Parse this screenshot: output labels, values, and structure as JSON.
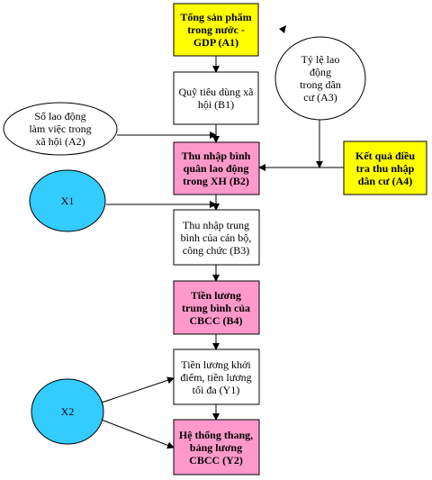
{
  "nodes": {
    "a1": {
      "lines": [
        "Tổng sản phẩm",
        "trong nước -",
        "GDP (A1)"
      ],
      "fill": "#ffff00"
    },
    "b1": {
      "lines": [
        "Quỹ tiêu dùng xã",
        "hội (B1)"
      ],
      "fill": "#ffffff"
    },
    "a3": {
      "lines": [
        "Tỷ lệ lao",
        "động",
        "trong dân",
        "cư (A3)"
      ],
      "fill": "#ffffff"
    },
    "a2": {
      "lines": [
        "Số lao động",
        "làm việc trong",
        "xã hội (A2)"
      ],
      "fill": "#ffffff"
    },
    "b2": {
      "lines": [
        "Thu nhập bình",
        "quân lao động",
        "trong XH (B2)"
      ],
      "fill": "#ff99cc"
    },
    "a4": {
      "lines": [
        "Kết quả điều",
        "tra thu nhập",
        "dân cư (A4)"
      ],
      "fill": "#ffff00"
    },
    "x1": {
      "lines": [
        "X1"
      ],
      "fill": "#33ccff"
    },
    "b3": {
      "lines": [
        "Thu nhập trung",
        "bình của cán bộ,",
        "công chức (B3)"
      ],
      "fill": "#ffffff"
    },
    "b4": {
      "lines": [
        "Tiền lương",
        "trung bình của",
        "CBCC (B4)"
      ],
      "fill": "#ff99cc"
    },
    "y1": {
      "lines": [
        "Tiền lương khởi",
        "điểm, tiền lương",
        "tối đa (Y1)"
      ],
      "fill": "#ffffff"
    },
    "x2": {
      "lines": [
        "X2"
      ],
      "fill": "#33ccff"
    },
    "y2": {
      "lines": [
        "Hệ thống thang,",
        "bảng lương",
        "CBCC (Y2)"
      ],
      "fill": "#ff99cc"
    }
  },
  "colors": {
    "stroke": "#000000",
    "arrow": "#000000"
  }
}
